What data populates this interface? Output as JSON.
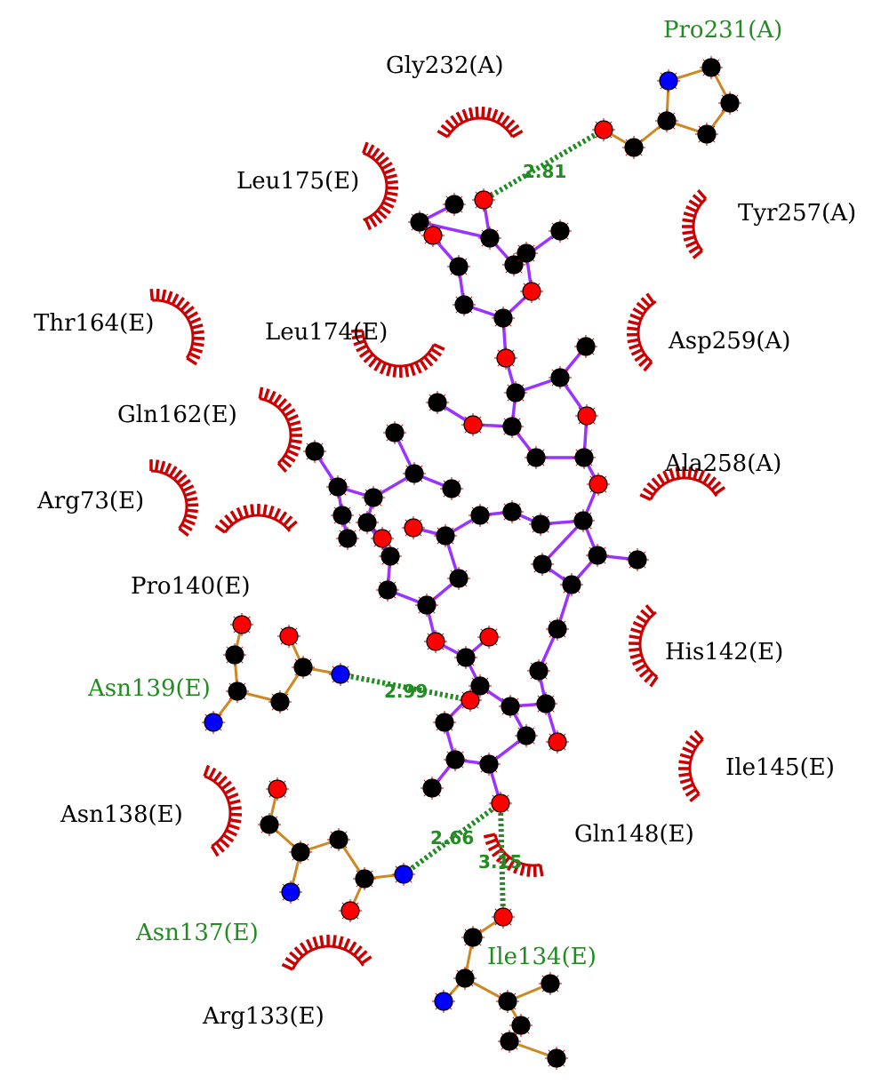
{
  "colors": {
    "ligand_bond": "#9933ff",
    "residue_bond": "#cc8822",
    "carbon": "#000000",
    "oxygen": "#ff0000",
    "nitrogen": "#0000ff",
    "hbond": "#228b22",
    "hydrophobic": "#cc0000",
    "hbond_residue_label": "#228b22",
    "hydrophobic_residue_label": "#000000"
  },
  "hydrophobic_residues": [
    "Gly232(A)",
    "Leu175(E)",
    "Tyr257(A)",
    "Thr164(E)",
    "Leu174(E)",
    "Asp259(A)",
    "Gln162(E)",
    "Ala258(A)",
    "Arg73(E)",
    "Pro140(E)",
    "His142(E)",
    "Ile145(E)",
    "Asn138(E)",
    "Gln148(E)",
    "Arg133(E)"
  ],
  "hbond_residues": [
    "Pro231(A)",
    "Asn139(E)",
    "Asn137(E)",
    "Ile134(E)"
  ],
  "hbond_distances": [
    "2.81",
    "2.99",
    "2.66",
    "3.15"
  ]
}
